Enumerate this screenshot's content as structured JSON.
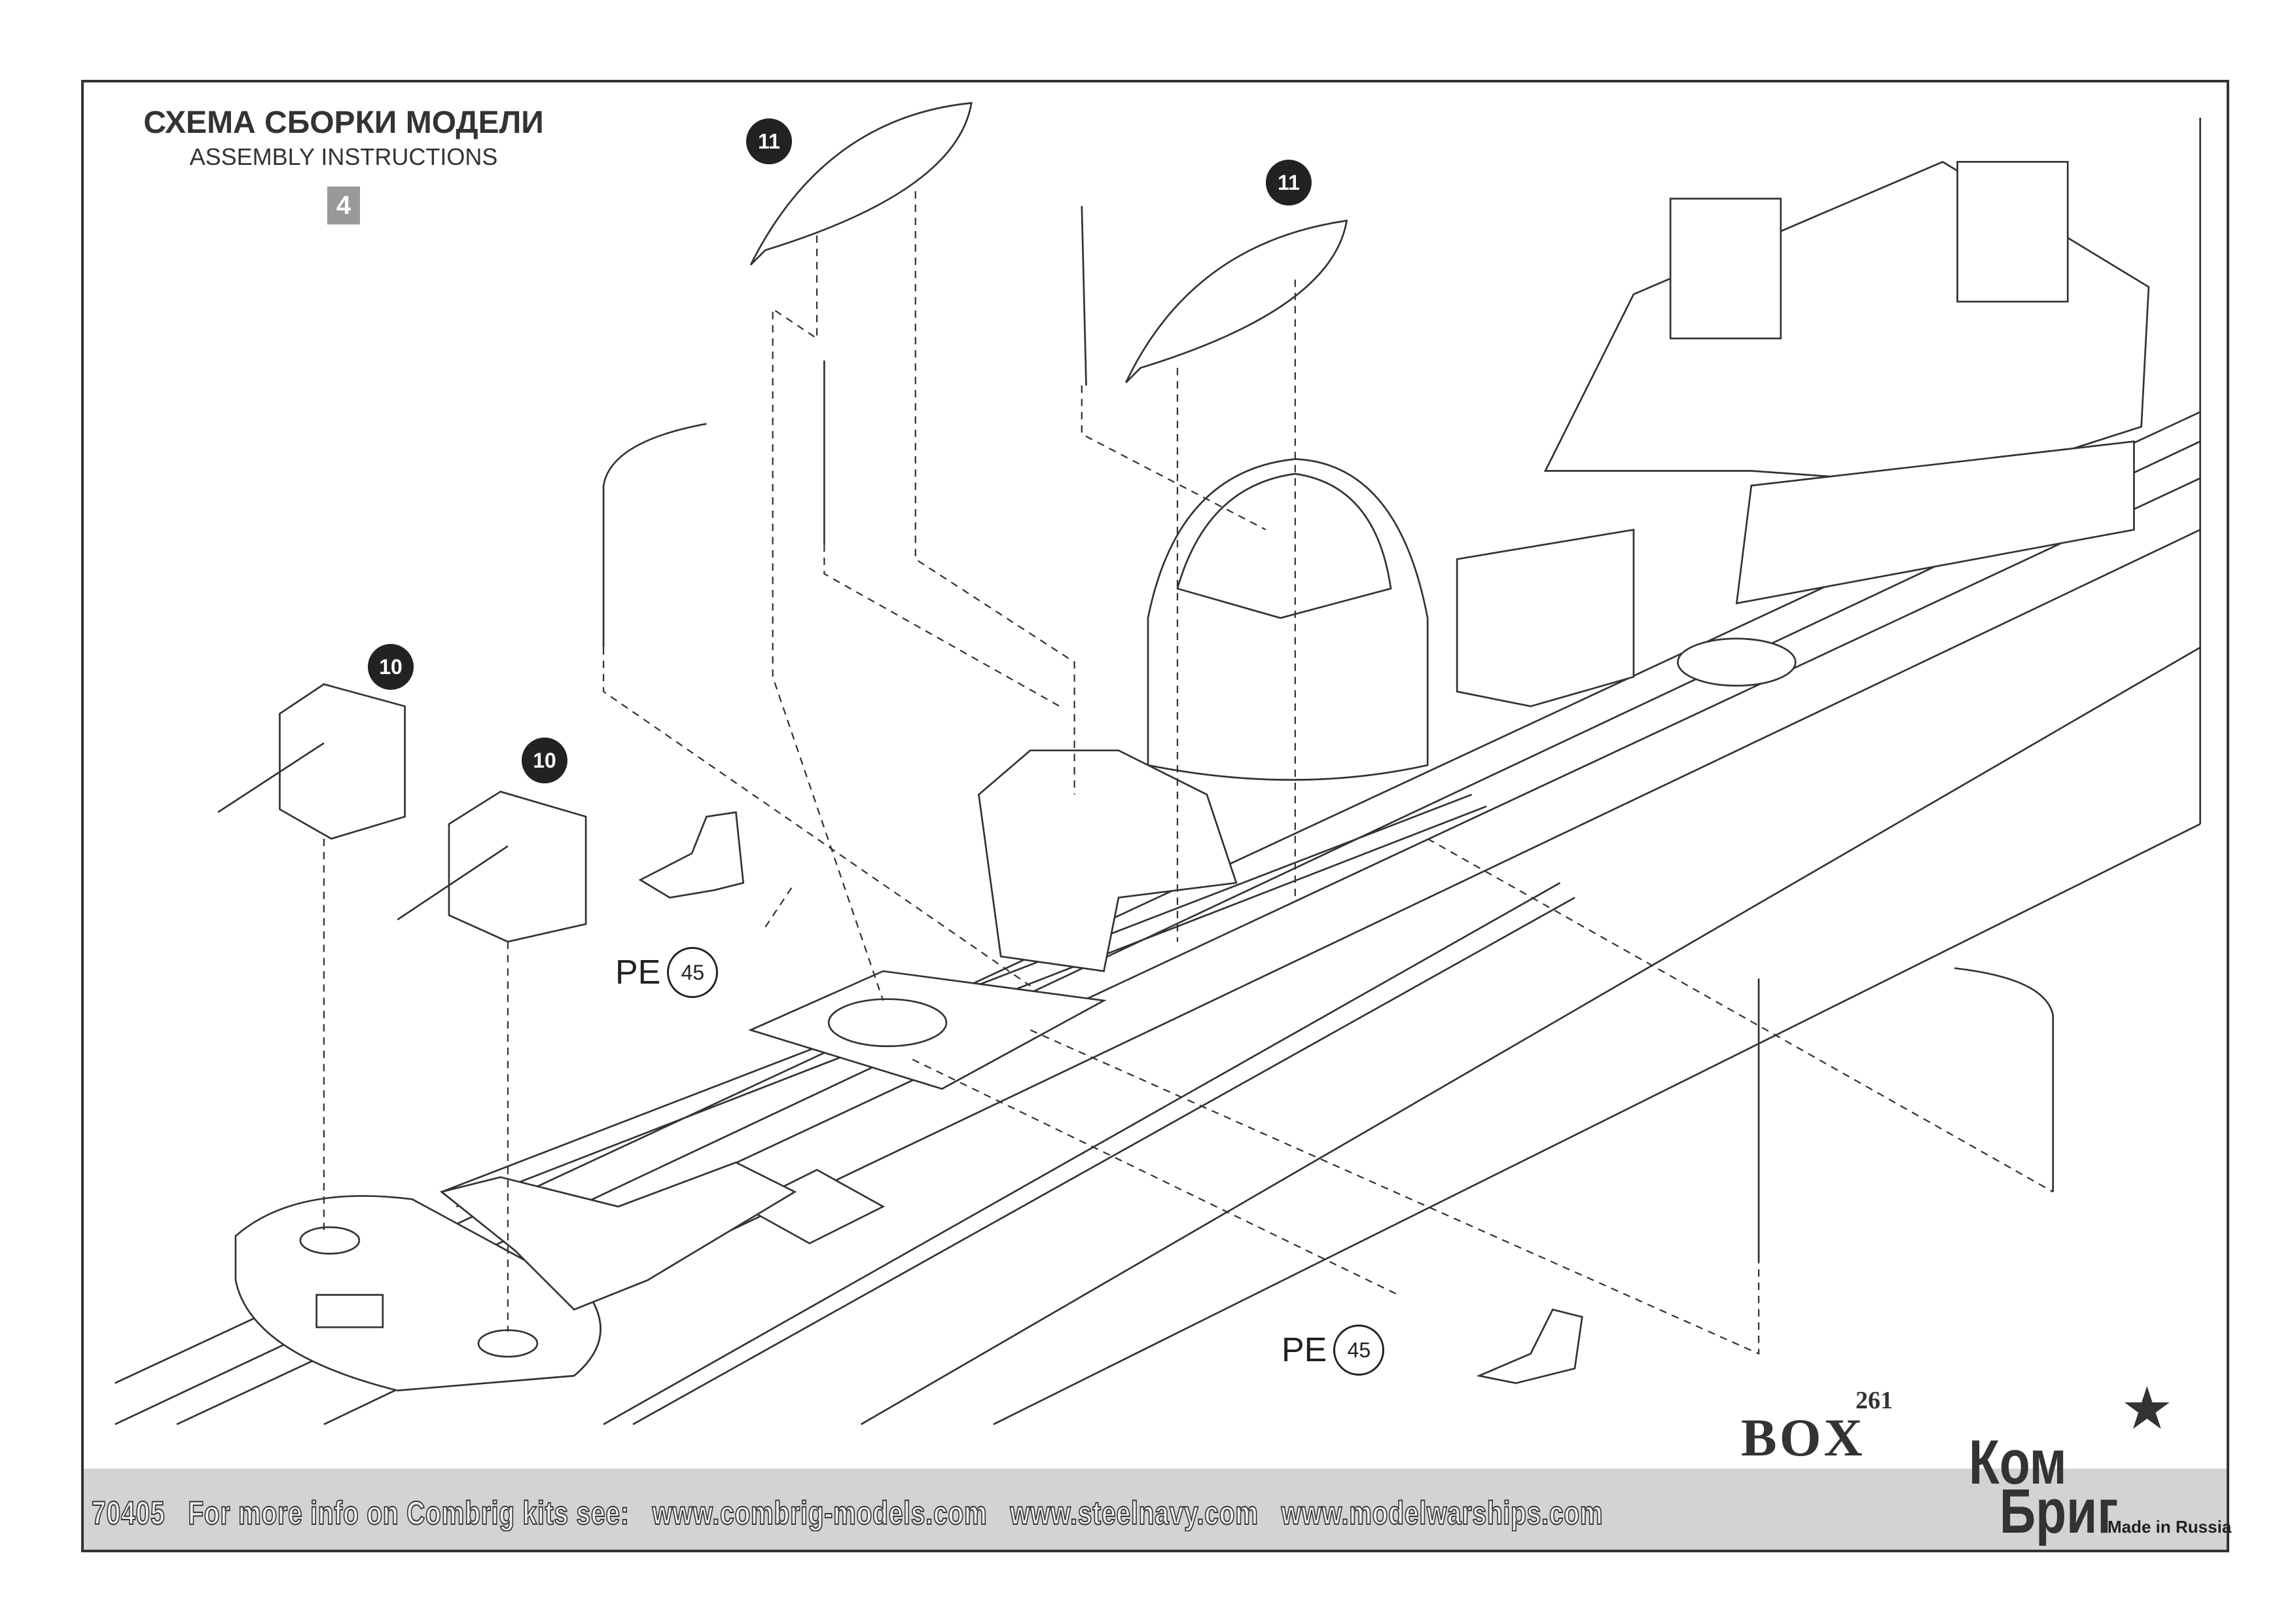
{
  "header": {
    "title_ru": "СХЕМА СБОРКИ МОДЕЛИ",
    "title_en": "ASSEMBLY INSTRUCTIONS",
    "step": "4"
  },
  "callouts": [
    {
      "label": "11"
    },
    {
      "label": "11"
    },
    {
      "label": "10"
    },
    {
      "label": "10"
    }
  ],
  "pe_parts": [
    {
      "prefix": "PE",
      "number": "45"
    },
    {
      "prefix": "PE",
      "number": "45"
    }
  ],
  "branding": {
    "box_label": "BOX",
    "box_number": "261",
    "logo_top": "Ком",
    "logo_bottom": "Бриг",
    "made_in": "Made in Russia"
  },
  "footer": {
    "text": "70405   For more info on Combrig kits see:   www.combrig-models.com   www.steelnavy.com   www.modelwarships.com"
  },
  "colors": {
    "frame": "#333333",
    "footer_band": "#d3d3d3",
    "step_badge": "#999999"
  }
}
